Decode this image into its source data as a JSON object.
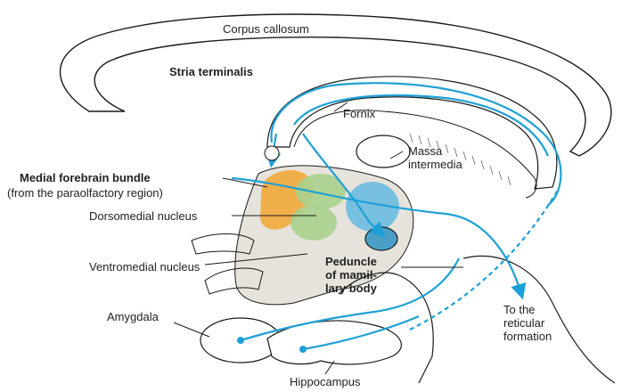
{
  "labels": {
    "corpus_callosum": "Corpus callosum",
    "stria_terminalis": "Stria terminalis",
    "fornix": "Fornix",
    "massa_intermedia_1": "Massa",
    "massa_intermedia_2": "intermedia",
    "mfb_1": "Medial forebrain bundle",
    "mfb_2": "(from the paraolfactory region)",
    "dorsomedial": "Dorsomedial nucleus",
    "ventromedial": "Ventromedial nucleus",
    "peduncle_1": "Peduncle",
    "peduncle_2": "of mamil-",
    "peduncle_3": "lary body",
    "amygdala": "Amygdala",
    "reticular_1": "To the",
    "reticular_2": "reticular",
    "reticular_3": "formation",
    "hippocampus": "Hippocampus"
  },
  "colors": {
    "outline": "#1a1a1a",
    "pathway": "#1ea0d6",
    "orange_region": "#f2a93b",
    "green_region": "#a9d18e",
    "blue_region": "#6bbbe0",
    "gray_region": "#e6e3dc"
  }
}
